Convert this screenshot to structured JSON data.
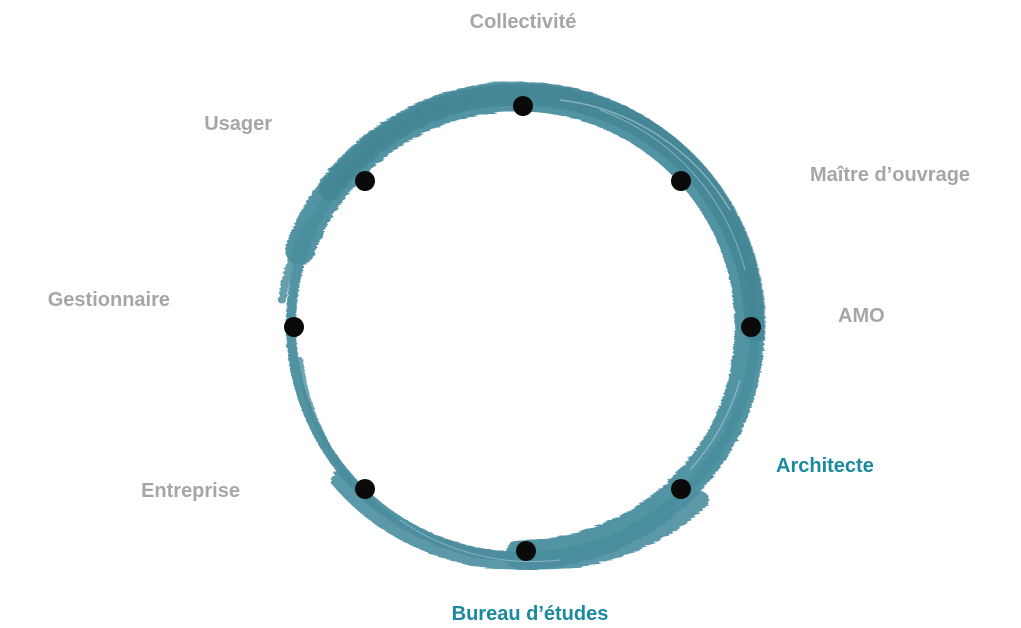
{
  "colors": {
    "ring": "#4a8e9e",
    "ring_dark": "#3f7f8f",
    "node": "#0a0a0a",
    "muted_label": "#a6a6a6",
    "active_label": "#1b8a9e"
  },
  "nodes": [
    {
      "id": "collectivite",
      "label": "Collectivité",
      "active": false
    },
    {
      "id": "maitre-ouvrage",
      "label": "Maître d’ouvrage",
      "active": false
    },
    {
      "id": "amo",
      "label": "AMO",
      "active": false
    },
    {
      "id": "architecte",
      "label": "Architecte",
      "active": true
    },
    {
      "id": "bureau-etudes",
      "label": "Bureau d’études",
      "active": true
    },
    {
      "id": "entreprise",
      "label": "Entreprise",
      "active": false
    },
    {
      "id": "gestionnaire",
      "label": "Gestionnaire",
      "active": false
    },
    {
      "id": "usager",
      "label": "Usager",
      "active": false
    }
  ]
}
